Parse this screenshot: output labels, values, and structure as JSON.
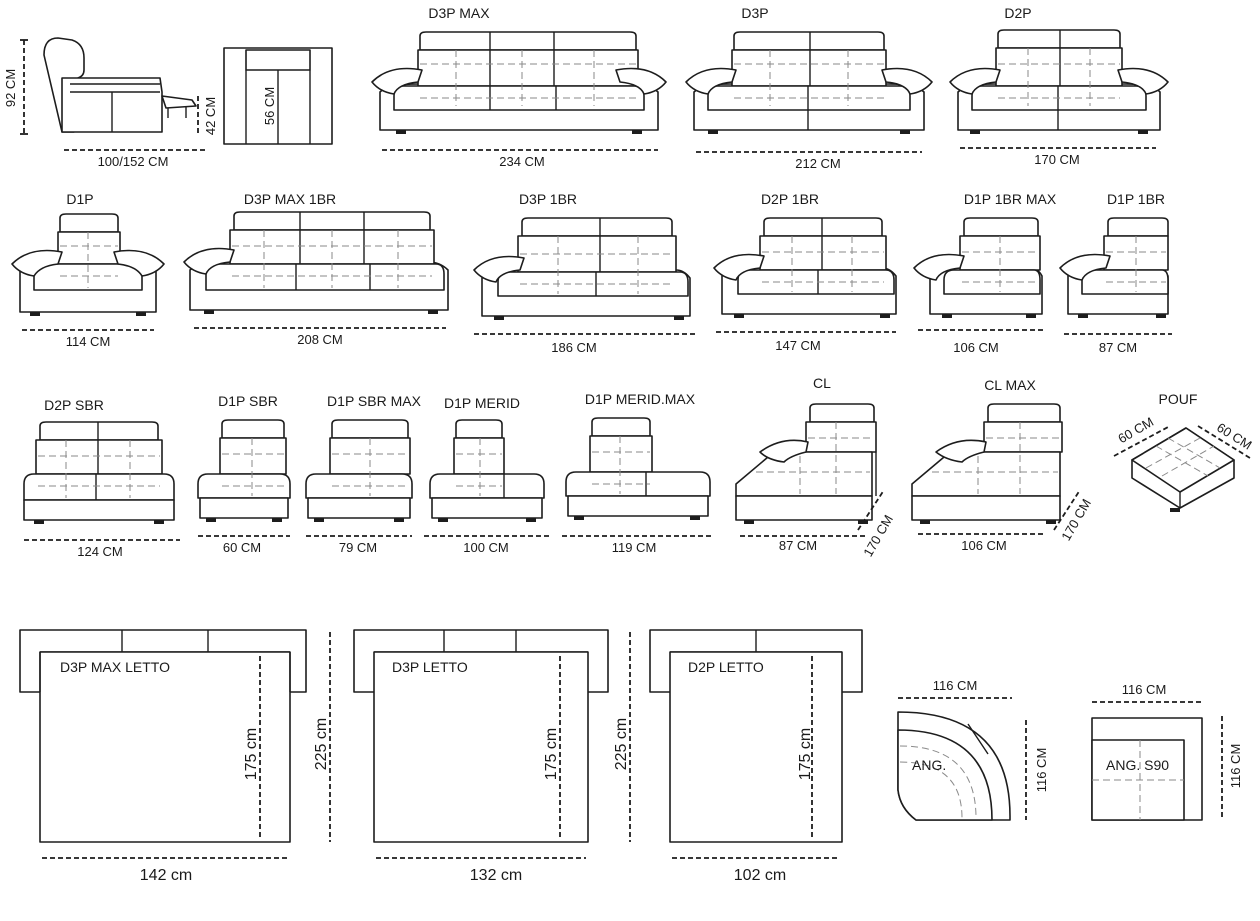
{
  "recliner": {
    "height": "92 CM",
    "leg": "42 CM",
    "width": "100/152 CM"
  },
  "chair_top": {
    "depth": "56 CM"
  },
  "row1": [
    {
      "name": "D3P MAX",
      "dim": "234 CM"
    },
    {
      "name": "D3P",
      "dim": "212 CM"
    },
    {
      "name": "D2P",
      "dim": "170 CM"
    }
  ],
  "row2": [
    {
      "name": "D1P",
      "dim": "114 CM"
    },
    {
      "name": "D3P MAX 1BR",
      "dim": "208 CM"
    },
    {
      "name": "D3P  1BR",
      "dim": "186 CM"
    },
    {
      "name": "D2P 1BR",
      "dim": "147 CM"
    },
    {
      "name": "D1P 1BR MAX",
      "dim": "106 CM"
    },
    {
      "name": "D1P 1BR",
      "dim": "87 CM"
    }
  ],
  "row3": [
    {
      "name": "D2P SBR",
      "dim": "124 CM"
    },
    {
      "name": "D1P SBR",
      "dim": "60 CM"
    },
    {
      "name": "D1P SBR MAX",
      "dim": "79 CM"
    },
    {
      "name": "D1P MERID",
      "dim": "100 CM"
    },
    {
      "name": "D1P MERID.MAX",
      "dim": "119 CM"
    },
    {
      "name": "CL",
      "dim": "87 CM",
      "depth": "170 CM"
    },
    {
      "name": "CL MAX",
      "dim": "106 CM",
      "depth": "170 CM"
    },
    {
      "name": "POUF",
      "dim_a": "60 CM",
      "dim_b": "60 CM"
    }
  ],
  "beds": [
    {
      "name": "D3P MAX LETTO",
      "width": "142 cm",
      "inner": "175 cm",
      "outer": "225 cm"
    },
    {
      "name": "D3P LETTO",
      "width": "132 cm",
      "inner": "175 cm",
      "outer": "225 cm"
    },
    {
      "name": "D2P LETTO",
      "width": "102 cm",
      "inner": "175 cm"
    }
  ],
  "corners": [
    {
      "name": "ANG.",
      "top": "116 CM",
      "side": "116 CM"
    },
    {
      "name": "ANG. S90",
      "top": "116 CM",
      "side": "116 CM"
    }
  ]
}
